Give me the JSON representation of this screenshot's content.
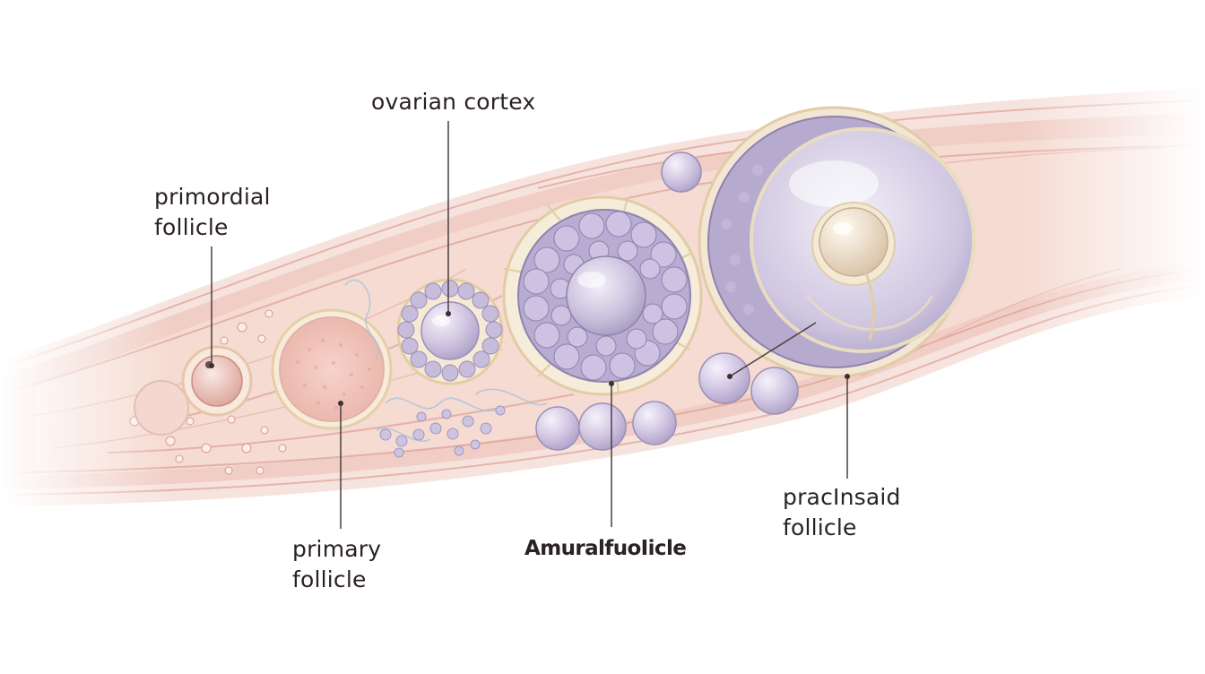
{
  "diagram": {
    "labels": {
      "ovarian_cortex": "ovarian cortex",
      "primordial_line1": "primordial",
      "primordial_line2": "follicle",
      "primary_line1": "primary",
      "primary_line2": "follicle",
      "antral": "AmuralfuoIicle",
      "preovulatory_line1": "pracInsaid",
      "preovulatory_line2": "follicle"
    },
    "colors": {
      "tissue_light": "#f6dcd6",
      "tissue_mid": "#eec3ba",
      "tissue_line": "#d9968c",
      "follicle_fill": "#cbbfdc",
      "follicle_edge": "#9b8fb6",
      "granulosa_ring": "#f4ead2",
      "oocyte": "#e9d9c4",
      "ink": "#2a2223"
    }
  }
}
